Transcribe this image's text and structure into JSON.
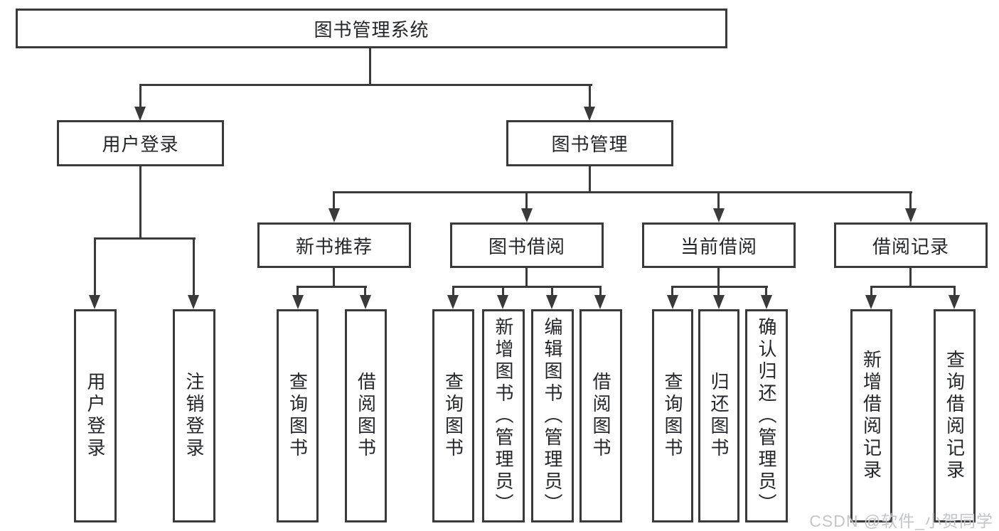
{
  "tree": {
    "root": {
      "label": "图书管理系统"
    },
    "level2": [
      {
        "id": "user-login",
        "label": "用户登录"
      },
      {
        "id": "book-management",
        "label": "图书管理"
      }
    ],
    "level3": [
      {
        "id": "new-book-recommend",
        "label": "新书推荐"
      },
      {
        "id": "book-borrowing",
        "label": "图书借阅"
      },
      {
        "id": "current-borrowing",
        "label": "当前借阅"
      },
      {
        "id": "borrowing-records",
        "label": "借阅记录"
      }
    ],
    "leaves": [
      {
        "group": "user-login",
        "label": "用户登录"
      },
      {
        "group": "user-login",
        "label": "注销登录"
      },
      {
        "group": "new-book-recommend",
        "label": "查询图书"
      },
      {
        "group": "new-book-recommend",
        "label": "借阅图书"
      },
      {
        "group": "book-borrowing",
        "label": "查询图书"
      },
      {
        "group": "book-borrowing",
        "label": "新增图书（管理员）"
      },
      {
        "group": "book-borrowing",
        "label": "编辑图书（管理员）"
      },
      {
        "group": "book-borrowing",
        "label": "借阅图书"
      },
      {
        "group": "current-borrowing",
        "label": "查询图书"
      },
      {
        "group": "current-borrowing",
        "label": "归还图书"
      },
      {
        "group": "current-borrowing",
        "label": "确认归还（管理员）"
      },
      {
        "group": "borrowing-records",
        "label": "新增借阅记录"
      },
      {
        "group": "borrowing-records",
        "label": "查询借阅记录"
      }
    ]
  },
  "watermark": {
    "text": "CSDN @软件_小贺同学"
  },
  "colors": {
    "line": "#3a3a3a",
    "text": "#24262b",
    "background": "#ffffff",
    "watermark": "#c3c5c9"
  }
}
